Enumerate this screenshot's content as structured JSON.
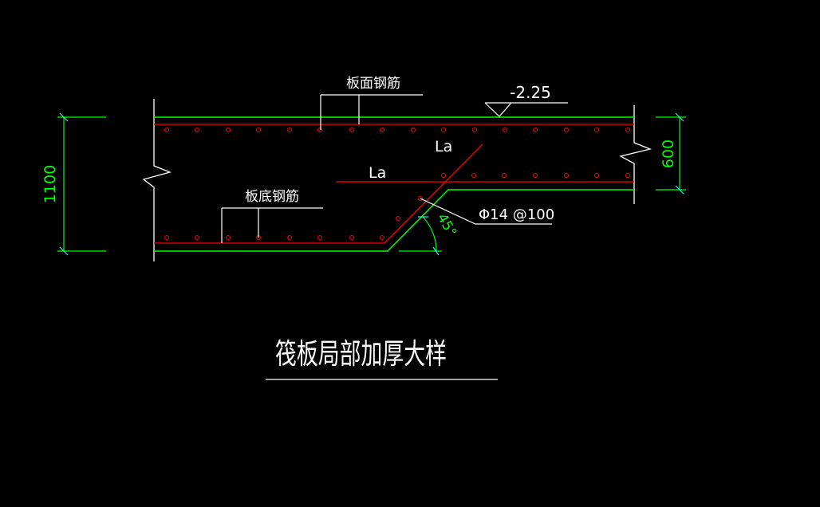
{
  "drawing": {
    "title": "筏板局部加厚大样",
    "labels": {
      "top_rebar": "板面钢筋",
      "bottom_rebar": "板底钢筋",
      "elevation": "-2.25",
      "anchor_upper": "La",
      "anchor_lower": "La",
      "rebar_spec": "Φ14 @100",
      "angle": "45°"
    },
    "dimensions": {
      "total_thickness": "1100",
      "slab_thickness": "600"
    },
    "colors": {
      "background": "#000000",
      "concrete": "#00ff00",
      "rebar": "#ff0000",
      "text": "#ffffff",
      "dimension": "#00ff00",
      "tick": "#00ffff"
    }
  }
}
